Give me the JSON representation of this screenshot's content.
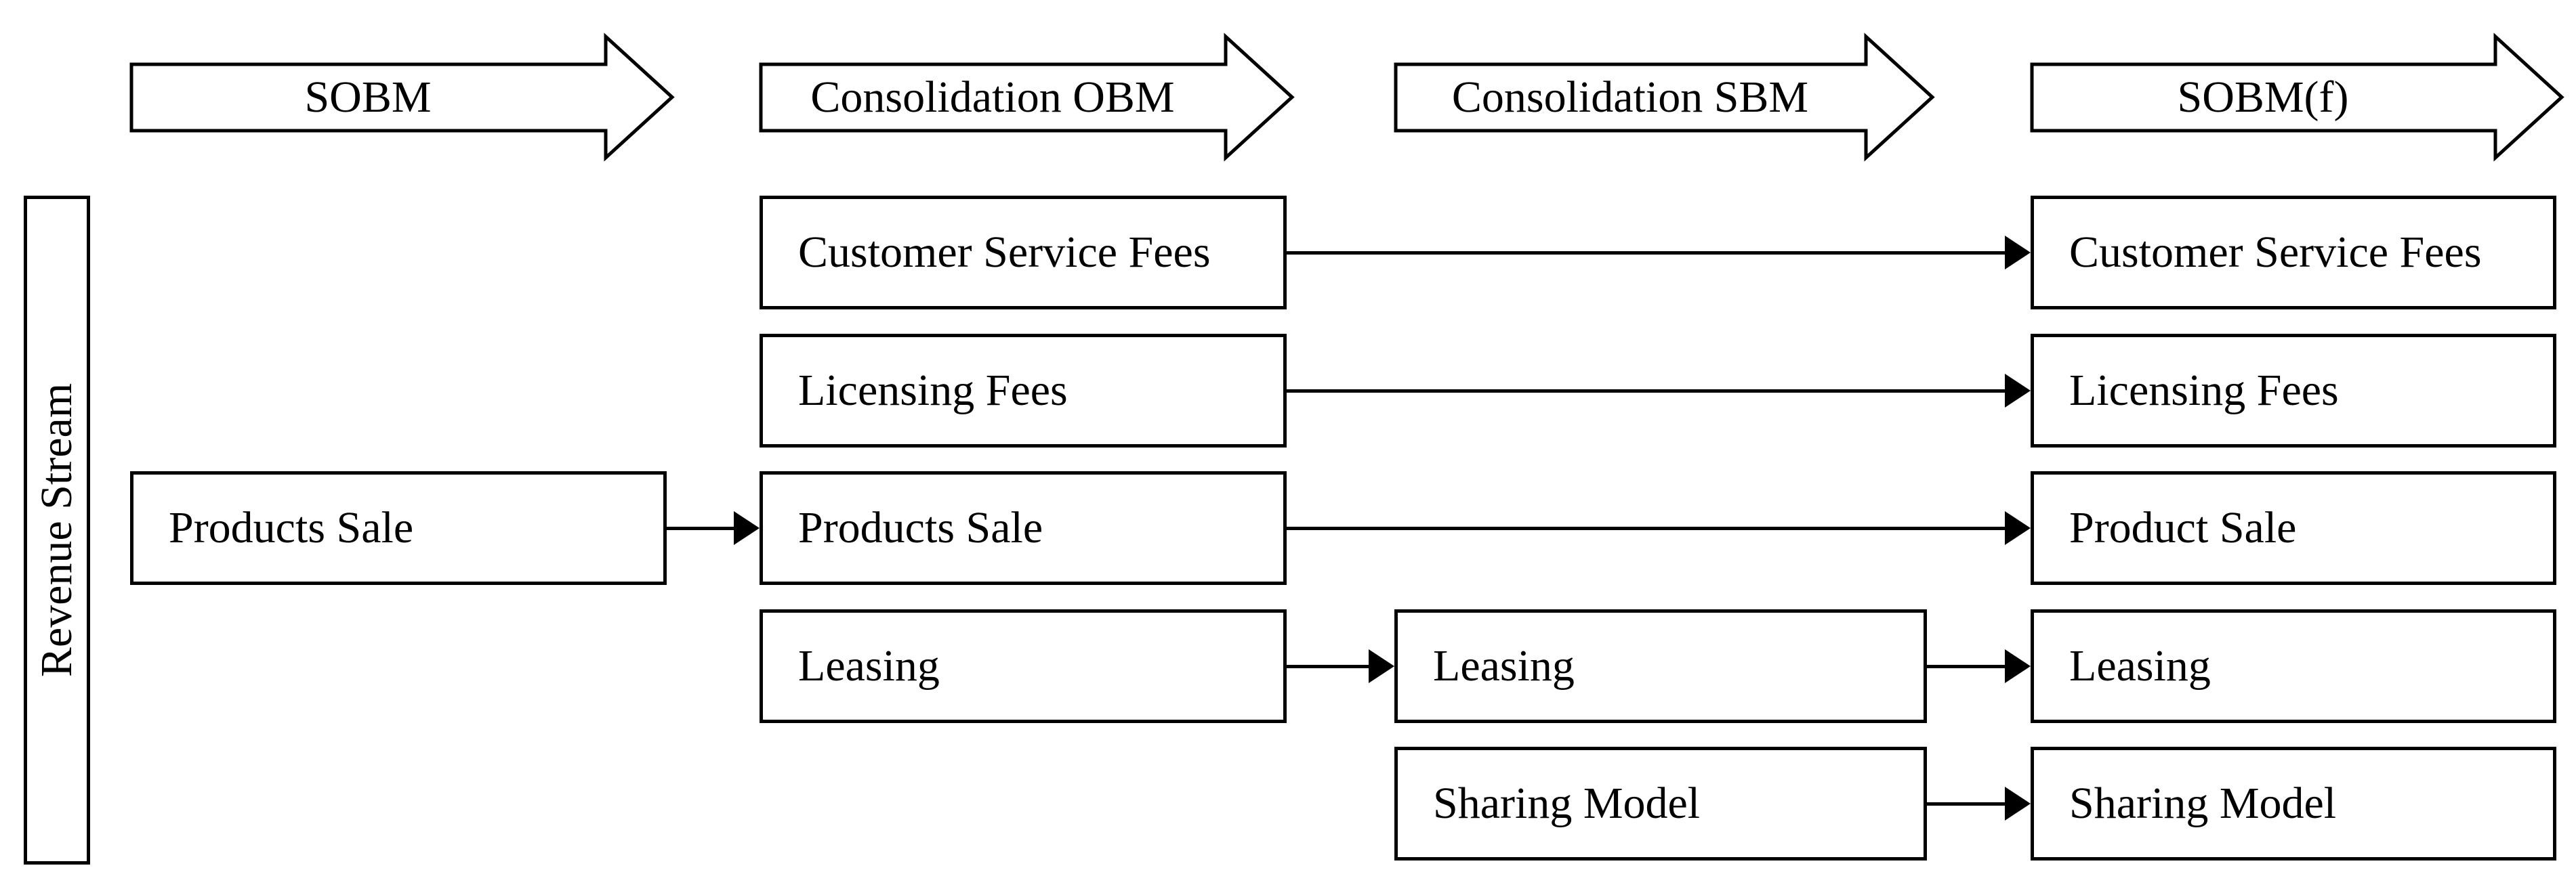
{
  "diagram": {
    "row_label": "Revenue Stream",
    "stages": [
      {
        "label": "SOBM"
      },
      {
        "label": "Consolidation OBM"
      },
      {
        "label": "Consolidation SBM"
      },
      {
        "label": "SOBM(f)"
      }
    ],
    "boxes": [
      {
        "stage": 0,
        "row": 2,
        "label": "Products Sale"
      },
      {
        "stage": 1,
        "row": 0,
        "label": "Customer Service Fees"
      },
      {
        "stage": 1,
        "row": 1,
        "label": "Licensing Fees"
      },
      {
        "stage": 1,
        "row": 2,
        "label": "Products Sale"
      },
      {
        "stage": 1,
        "row": 3,
        "label": "Leasing"
      },
      {
        "stage": 2,
        "row": 3,
        "label": "Leasing"
      },
      {
        "stage": 2,
        "row": 4,
        "label": "Sharing Model"
      },
      {
        "stage": 3,
        "row": 0,
        "label": "Customer Service Fees"
      },
      {
        "stage": 3,
        "row": 1,
        "label": "Licensing Fees"
      },
      {
        "stage": 3,
        "row": 2,
        "label": "Product Sale"
      },
      {
        "stage": 3,
        "row": 3,
        "label": "Leasing"
      },
      {
        "stage": 3,
        "row": 4,
        "label": "Sharing Model"
      }
    ],
    "connectors": [
      {
        "from_stage": 0,
        "to_stage": 1,
        "row": 2
      },
      {
        "from_stage": 1,
        "to_stage": 3,
        "row": 0
      },
      {
        "from_stage": 1,
        "to_stage": 3,
        "row": 1
      },
      {
        "from_stage": 1,
        "to_stage": 3,
        "row": 2
      },
      {
        "from_stage": 1,
        "to_stage": 2,
        "row": 3
      },
      {
        "from_stage": 2,
        "to_stage": 3,
        "row": 3
      },
      {
        "from_stage": 2,
        "to_stage": 3,
        "row": 4
      }
    ],
    "colors": {
      "stroke": "#000000",
      "fill": "#ffffff",
      "background": "#ffffff"
    }
  }
}
